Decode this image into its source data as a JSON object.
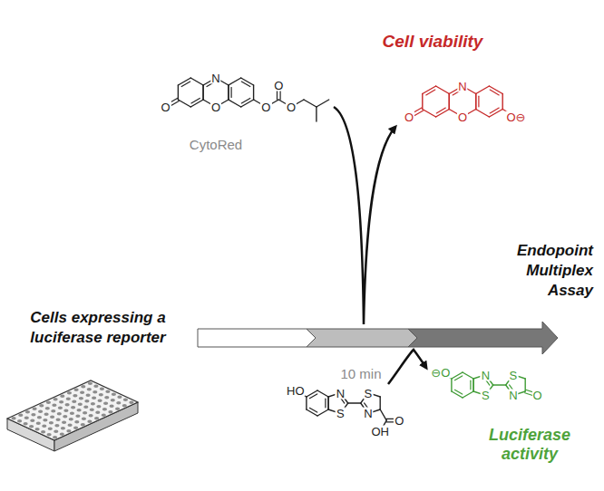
{
  "diagram": {
    "labels": [
      "Cell viability",
      "CytoRed",
      "10 min",
      "Cells expressing a luciferase reporter",
      "Endopoint Multiplex Assay",
      "Luciferase activity",
      "O",
      "N",
      "O",
      "O",
      "O",
      "O",
      "O",
      "N",
      "O",
      "O⊖",
      "HO",
      "N",
      "S",
      "S",
      "N",
      "O",
      "OH",
      "⊖O",
      "N",
      "S",
      "S",
      "N",
      "O"
    ]
  }
}
